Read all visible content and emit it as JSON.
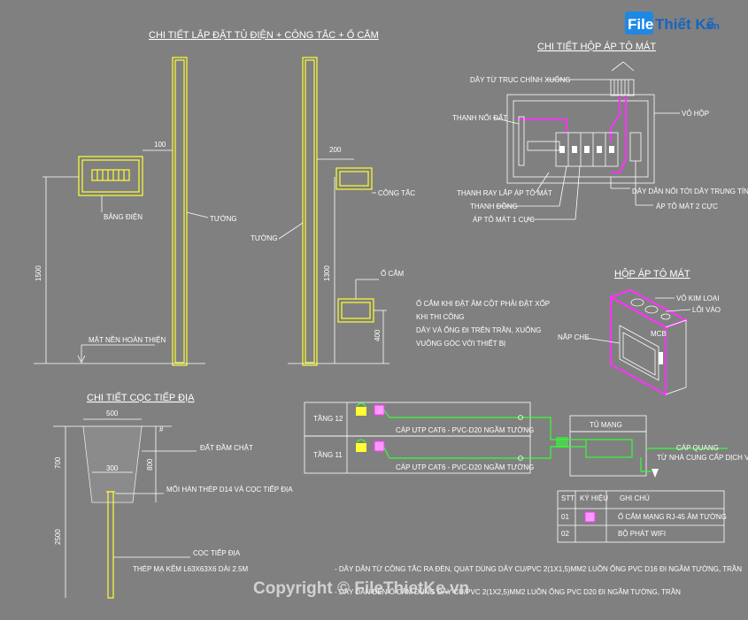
{
  "logo": {
    "brand_box": "File",
    "brand_text": "Thiết Kế",
    "brand_tld": ".vn"
  },
  "watermark": "Copyright © FileThietKe.vn",
  "left_section": {
    "title": "CHI TIẾT LẮP ĐẶT TỦ ĐIỆN + CÔNG TẮC + Ổ CẮM",
    "dim_100": "100",
    "dim_200": "200",
    "dim_1500": "1500",
    "dim_1300": "1300",
    "dim_400": "400",
    "label_bang_dien": "BẢNG ĐIỆN",
    "label_tuong_1": "TƯỜNG",
    "label_tuong_2": "TƯỜNG",
    "label_cong_tac": "CÔNG TẮC",
    "label_o_cam": "Ổ CẮM",
    "label_mat_nen": "MẶT NỀN HOÀN THIỆN",
    "note_lines": [
      "Ổ CẮM KHI ĐẶT ÂM CỘT PHẢI ĐẶT XỐP",
      "KHI THI CÔNG",
      "DÂY VÀ ỐNG ĐI TRÊN TRẦN, XUỐNG",
      "VUÔNG GÓC VỚI THIẾT BỊ"
    ]
  },
  "box_detail": {
    "title": "CHI TIẾT HỘP ÁP TÔ MÁT",
    "label_day_tu_truc": "DÂY TỪ TRỤC CHÍNH XUỐNG",
    "label_thanh_noi_dat": "THANH NỐI ĐẤT",
    "label_vo_hop": "VỎ HỘP",
    "label_thanh_ray": "THANH RAY LẮP ÁP TÔ MÁT",
    "label_thanh_dong": "THANH ĐỒNG",
    "label_ap_1_cuc": "ÁP TÔ MÁT 1 CỰC",
    "label_day_dan_noi": "DÂY DẪN NỐI TỚI DÂY TRUNG TÍNH",
    "label_ap_2_cuc": "ÁP TÔ MÁT 2 CỰC"
  },
  "box_3d": {
    "title": "HỘP ÁP TÔ MÁT",
    "label_vo_kim_loai": "VỎ KIM LOẠI",
    "label_loi_vao": "LỖI VÀO",
    "label_nap_che": "NẮP CHE",
    "front_text": "MCB"
  },
  "grounding": {
    "title": "CHI TIẾT CỌC TIẾP ĐỊA",
    "dim_500": "500",
    "dim_300": "300",
    "dim_700": "700",
    "dim_800": "800",
    "dim_2500": "2500",
    "label_dat_dam": "ĐẤT ĐẦM CHẶT",
    "label_moi_han": "MỐI HÀN THÉP D14 VÀ CỌC TIẾP ĐỊA",
    "label_coc": "CỌC TIẾP ĐỊA",
    "label_thep": "THÉP MẠ KẼM L63X63X6 DÀI 2.5M"
  },
  "network": {
    "floor_12": "TẦNG 12",
    "floor_11": "TẦNG 11",
    "cable_12": "CÁP UTP CAT6 - PVC-D20 NGẦM TƯỜNG",
    "cable_11": "CÁP UTP CAT6 - PVC-D20 NGẦM TƯỜNG",
    "cabinet": "TỦ MẠNG",
    "fiber": "CÁP QUANG",
    "fiber_src": "TỪ NHÀ CUNG CẤP DỊCH VỤ",
    "wifi_icon": "WiFi"
  },
  "legend": {
    "headers": [
      "STT",
      "KÝ HIỆU",
      "GHI CHÚ"
    ],
    "rows": [
      {
        "stt": "01",
        "note": "Ổ CẮM MẠNG RJ-45 ÂM TƯỜNG"
      },
      {
        "stt": "02",
        "note": "BỘ PHÁT WIFI"
      }
    ]
  },
  "footnotes": [
    "- DÂY DẪN TỪ CÔNG TẮC RA ĐÈN, QUẠT DÙNG DÂY CU/PVC 2(1X1,5)MM2 LUỒN ỐNG PVC D16 ĐI NGẦM TƯỜNG, TRẦN",
    "- DÂY DẪN ĐẾN Ổ CẮM DÙNG DÂY CU/PVC 2(1X2,5)MM2 LUỒN ỐNG PVC D20 ĐI NGẦM TƯỜNG, TRẦN"
  ],
  "colors": {
    "background": "#808080",
    "line": "#ffffff",
    "yellow": "#ffff33",
    "magenta": "#ff33ff",
    "green": "#33ff33"
  }
}
